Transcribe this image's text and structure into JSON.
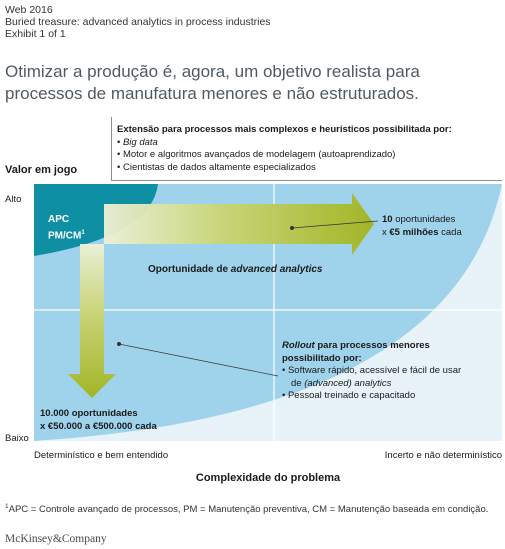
{
  "header": {
    "source": "Web 2016",
    "report": "Buried treasure: advanced analytics in process industries",
    "exhibit": "Exhibit 1 of 1"
  },
  "headline": "Otimizar a produção é, agora, um objetivo realista para processos de manufatura menores e não estruturados.",
  "top_callout": {
    "title": "Extensão para processos mais complexos e heurísticos possibilitada por:",
    "bullets": [
      "Big data",
      "Motor e algoritmos avançados de modelagem (autoaprendizado)",
      "Cientistas de dados altamente especializados"
    ]
  },
  "y_axis": {
    "title": "Valor em jogo",
    "high": "Alto",
    "low": "Baixo"
  },
  "x_axis": {
    "title": "Complexidade do problema",
    "left": "Determinístico e bem entendido",
    "right": "Incerto e não determinístico"
  },
  "regions": {
    "apc_line1": "APC",
    "apc_line2": "PM/CM",
    "apc_sup": "1",
    "opportunity_plain": "Oportunidade de ",
    "opportunity_italic": "advanced analytics"
  },
  "top_right": {
    "count": "10",
    "count_suffix": " oportunidades",
    "value_prefix": "x ",
    "value": "€5 milhões",
    "value_suffix": " cada"
  },
  "bottom_left": {
    "line1": "10.000 oportunidades",
    "line2": "x €50.000 a €500.000 cada"
  },
  "rollout": {
    "title_italic": "Rollout",
    "title_rest": " para processos menores",
    "title_line2": "possibilitado por:",
    "bullet1_line1": "Software rápido, acessível e fácil de usar",
    "bullet1_line2_plain": "de ",
    "bullet1_line2_italic": "(advanced) analytics",
    "bullet2": "Pessoal treinado e capacitado"
  },
  "footnote": {
    "sup": "1",
    "text": "APC = Controle avançado de processos, PM = Manutenção preventiva, CM = Manutenção baseada em condição."
  },
  "brand": "McKinsey&Company",
  "colors": {
    "teal": "#0f8fa3",
    "outer_blue": "#9fd3ec",
    "plot_bg": "#e8f3f9",
    "arrow_dark": "#a2b41c",
    "arrow_light": "#eef1d6",
    "headline": "#505a63"
  }
}
